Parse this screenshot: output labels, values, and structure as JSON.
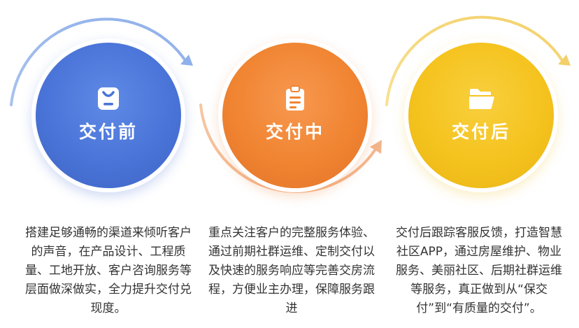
{
  "stages": [
    {
      "label": "交付前",
      "icon": "bag-icon",
      "color": "#4a74d8",
      "description": "搭建足够通畅的渠道来倾听客户的声音，在产品设计、工程质量、工地开放、客户咨询服务等层面做深做实，全力提升交付兑现度。"
    },
    {
      "label": "交付中",
      "icon": "clipboard-icon",
      "color": "#f08431",
      "description": "重点关注客户的完整服务体验、通过前期社群运维、定制交付以及快速的服务响应等完善交房流程，方便业主办理，保障服务跟进"
    },
    {
      "label": "交付后",
      "icon": "folder-icon",
      "color": "#f5c31e",
      "description": "交付后跟踪客服反馈，打造智慧社区APP，通过房屋维护、物业服务、美丽社区、后期社群运维等服务，真正做到从“保交付”到“有质量的交付”。"
    }
  ]
}
